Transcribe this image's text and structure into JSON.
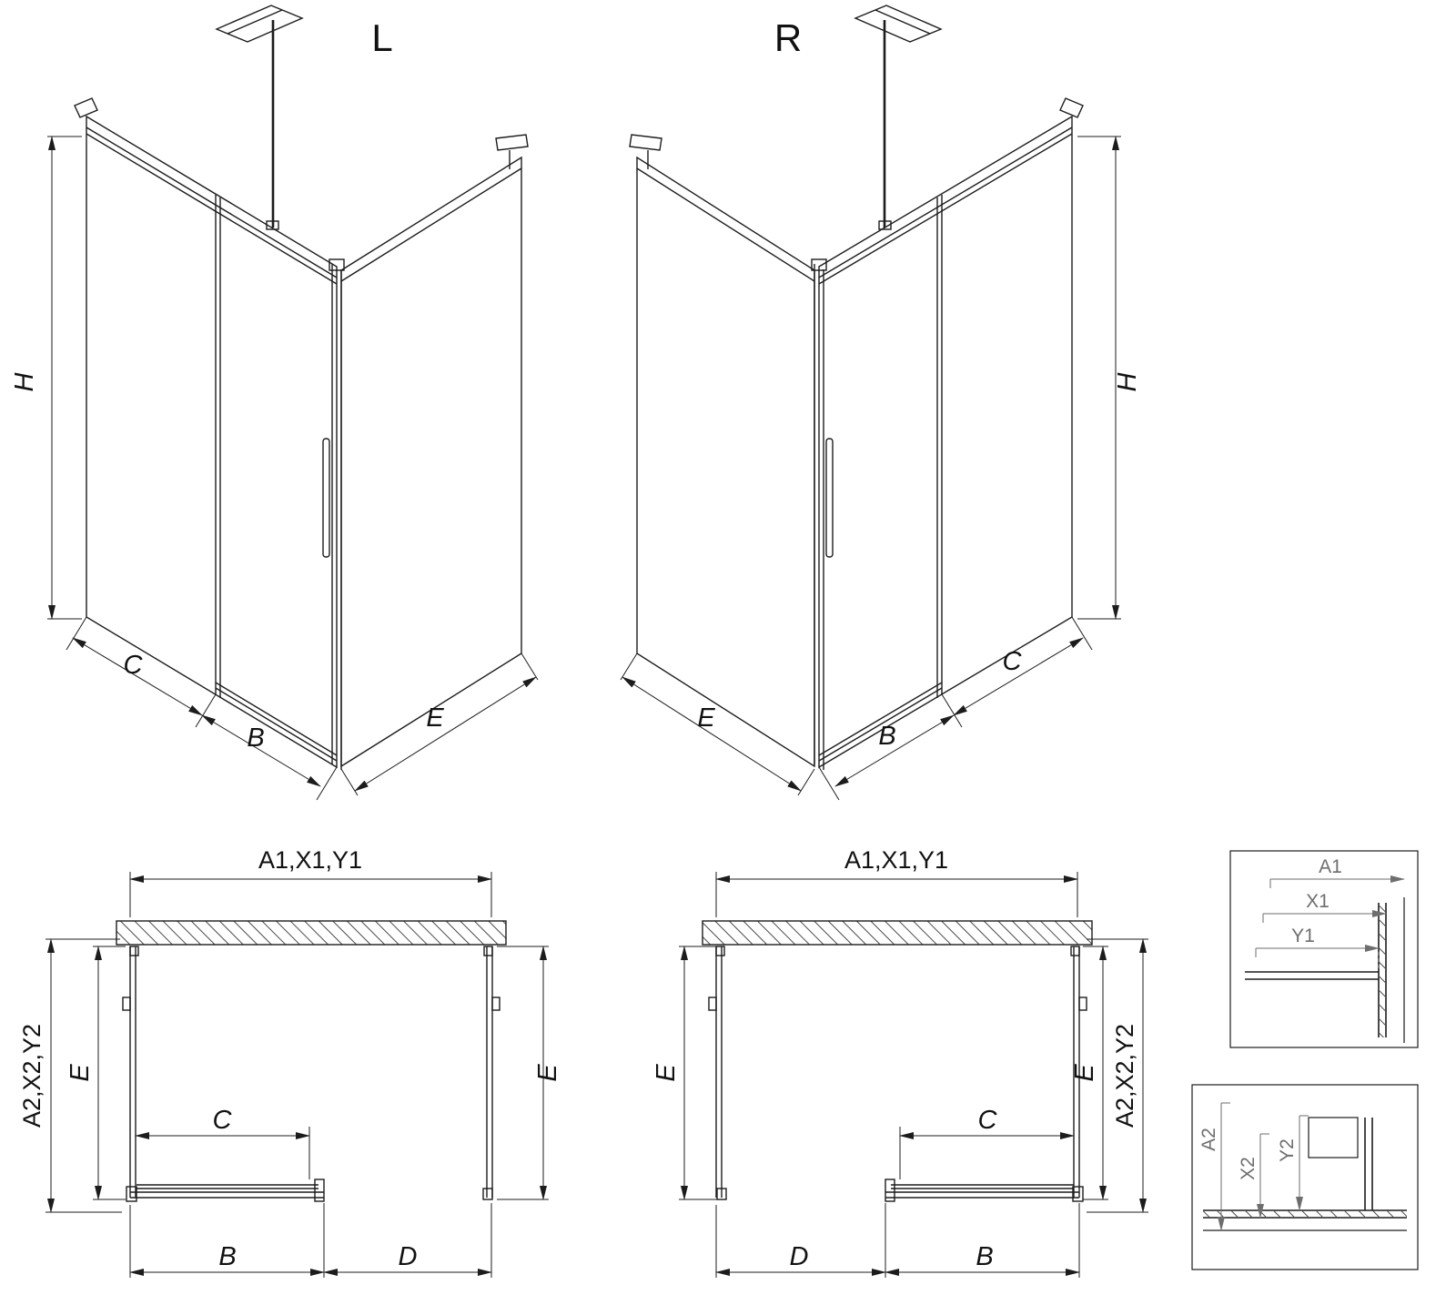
{
  "variant_labels": {
    "left": "L",
    "right": "R"
  },
  "iso_left": {
    "height": "H",
    "seg_c": "C",
    "seg_b": "B",
    "seg_e": "E"
  },
  "iso_right": {
    "height": "H",
    "seg_c": "C",
    "seg_b": "B",
    "seg_e": "E"
  },
  "plan_left": {
    "width_top": "A1,X1,Y1",
    "depth_outer": "A2,X2,Y2",
    "depth_left": "E",
    "depth_right": "E",
    "opening": "C",
    "door": "B",
    "fixed_panel": "D"
  },
  "plan_right": {
    "width_top": "A1,X1,Y1",
    "depth_outer": "A2,X2,Y2",
    "depth_left": "E",
    "depth_right": "E",
    "opening": "C",
    "door": "B",
    "fixed_panel": "D"
  },
  "detail_top": {
    "dim1": "A1",
    "dim2": "X1",
    "dim3": "Y1"
  },
  "detail_bottom": {
    "dim1": "A2",
    "dim2": "X2",
    "dim3": "Y2"
  }
}
